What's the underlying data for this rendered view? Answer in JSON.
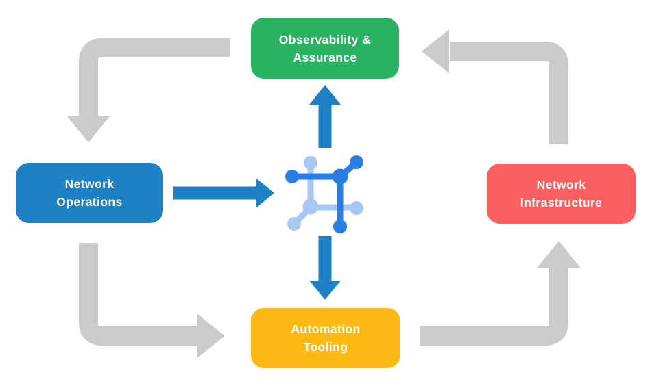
{
  "colors": {
    "background": "#ffffff",
    "arrow_gray": "#cbcbcb",
    "arrow_blue": "#1e81c5",
    "node_green": "#2ab262",
    "node_blue": "#1e81c5",
    "node_red": "#fa6060",
    "node_yellow": "#fdb913",
    "icon_blue_bright": "#2b7de4",
    "icon_blue_light": "#a6c8f3",
    "label_text": "#ffffff"
  },
  "nodes": {
    "observability": {
      "line1": "Observability &",
      "line2": "Assurance"
    },
    "operations": {
      "line1": "Network",
      "line2": "Operations"
    },
    "infrastructure": {
      "line1": "Network",
      "line2": "Infrastructure"
    },
    "automation": {
      "line1": "Automation",
      "line2": "Tooling"
    }
  },
  "icons": {
    "center": "network-mesh-icon"
  },
  "flows": {
    "outer_cycle": [
      {
        "from": "Observability & Assurance",
        "to": "Network Operations",
        "style": "gray-elbow"
      },
      {
        "from": "Network Operations",
        "to": "Automation Tooling",
        "style": "gray-elbow"
      },
      {
        "from": "Automation Tooling",
        "to": "Network Infrastructure",
        "style": "gray-elbow"
      },
      {
        "from": "Network Infrastructure",
        "to": "Observability & Assurance",
        "style": "gray-elbow"
      }
    ],
    "center_links": [
      {
        "from": "Network Operations",
        "to": "center-icon",
        "style": "blue-straight"
      },
      {
        "from": "center-icon",
        "to": "Observability & Assurance",
        "style": "blue-straight"
      },
      {
        "from": "center-icon",
        "to": "Automation Tooling",
        "style": "blue-straight"
      }
    ]
  }
}
